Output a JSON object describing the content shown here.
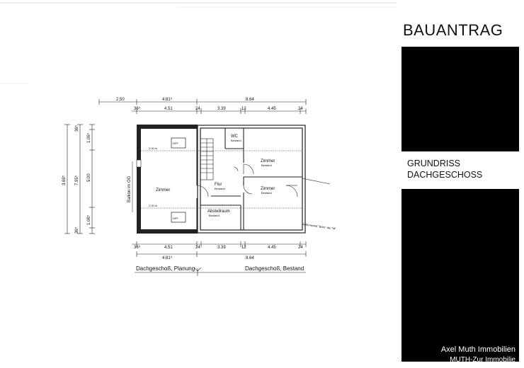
{
  "title_block": {
    "title": "BAUANTRAG",
    "subtitle_line1": "GRUNDRISS",
    "subtitle_line2": "DACHGESCHOSS"
  },
  "watermark": {
    "line1": "Axel Muth Immobilien",
    "line2": "MUTH-Zur Immobilie"
  },
  "dimensions": {
    "top_outer_left": "2.50",
    "top_outer_mid": "4.81⁵",
    "top_outer_right": "8.64",
    "top_inner": [
      "36⁵",
      "4.51",
      "24",
      "3.39",
      "12",
      "4.45",
      "24"
    ],
    "bottom_inner": [
      "36⁵",
      "4.51",
      "24",
      "3.39",
      "12",
      "4.45",
      "24"
    ],
    "bottom_outer_mid": "4.81⁵",
    "bottom_outer_right": "8.64",
    "left_outer": "3.69⁵",
    "left_mid": "7.95⁵",
    "left_inner_total": "5.00",
    "left_top_a": "36⁵",
    "left_top_b": "1.06⁵",
    "left_bottom_a": "36⁵",
    "left_bottom_b": "1.06⁵"
  },
  "rooms": {
    "zimmer_main": "Zimmer",
    "wc": "WC",
    "wc_sub": "Bestand",
    "zimmer_top_right": "Zimmer",
    "zimmer_top_right_sub": "Bestand",
    "flur": "Flur",
    "flur_sub": "Bestand",
    "zimmer_bottom_right": "Zimmer",
    "zimmer_bottom_right_sub": "Bestand",
    "abstellraum": "Abstellraum",
    "abstellraum_sub": "Bestand"
  },
  "labels": {
    "balkon": "Balkon im OG",
    "dff_top": "DFF",
    "dff_bottom": "DFF",
    "height_top": "2.00 m",
    "height_bottom": "2.00 m",
    "note": "Außenwand \"Büro\" der \"M\"",
    "legend_planung": "Dachgeschoß, Planung",
    "legend_bestand": "Dachgeschoß, Bestand"
  }
}
